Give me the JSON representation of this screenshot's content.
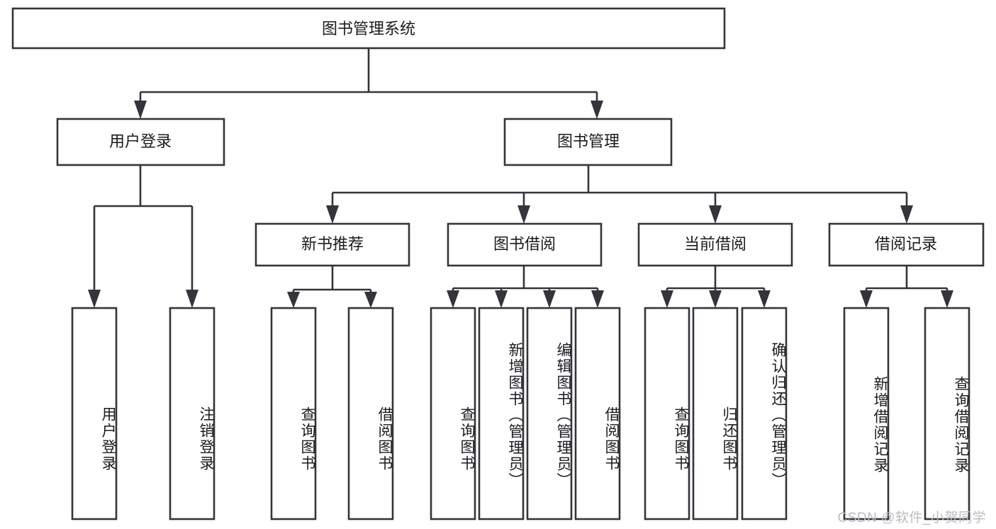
{
  "diagram": {
    "type": "tree-hierarchy",
    "title": "图书管理系统",
    "watermark": "CSDN @软件_小贺同学",
    "colors": {
      "stroke": "#34343a",
      "fill": "#ffffff",
      "text": "#1b1b1f",
      "watermark": "#b9bcc2"
    },
    "levels": {
      "root": {
        "label": "图书管理系统"
      },
      "level2": [
        {
          "label": "用户登录"
        },
        {
          "label": "图书管理"
        }
      ],
      "level3": [
        {
          "label": "新书推荐"
        },
        {
          "label": "图书借阅"
        },
        {
          "label": "当前借阅"
        },
        {
          "label": "借阅记录"
        }
      ],
      "leaves": {
        "user_login": [
          {
            "label": "用户登录"
          },
          {
            "label": "注销登录"
          }
        ],
        "new_book_recommend": [
          {
            "label": "查询图书"
          },
          {
            "label": "借阅图书"
          }
        ],
        "book_borrow": [
          {
            "label": "查询图书"
          },
          {
            "label": "新增图书（管理员）"
          },
          {
            "label": "编辑图书（管理员）"
          },
          {
            "label": "借阅图书"
          }
        ],
        "current_borrow": [
          {
            "label": "查询图书"
          },
          {
            "label": "归还图书"
          },
          {
            "label": "确认归还（管理员）"
          }
        ],
        "borrow_records": [
          {
            "label": "新增借阅记录"
          },
          {
            "label": "查询借阅记录"
          }
        ]
      }
    }
  }
}
